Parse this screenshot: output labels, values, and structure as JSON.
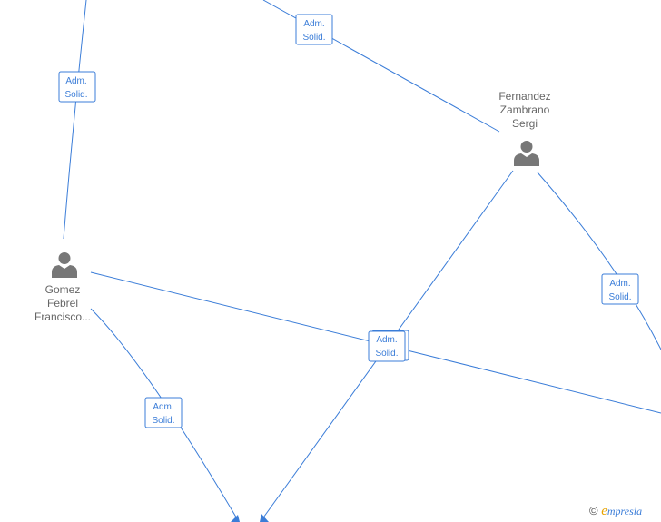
{
  "people": {
    "fernandez": {
      "lines": [
        "Fernandez",
        "Zambrano",
        "Sergi"
      ]
    },
    "gomez": {
      "lines": [
        "Gomez",
        "Febrel",
        "Francisco..."
      ]
    }
  },
  "labels": {
    "top_center": [
      "Adm.",
      "Solid."
    ],
    "top_left": [
      "Adm.",
      "Solid."
    ],
    "right": [
      "Adm.",
      "Solid."
    ],
    "center": [
      "Adm.",
      "Solid."
    ],
    "bottom_left": [
      "Adm.",
      "Solid."
    ]
  },
  "watermark": {
    "copyright": "©",
    "brand_initial": "e",
    "brand_rest": "mpresia"
  },
  "colors": {
    "edge": "#3b7dd8",
    "person_icon": "#777777",
    "person_text": "#666666"
  }
}
